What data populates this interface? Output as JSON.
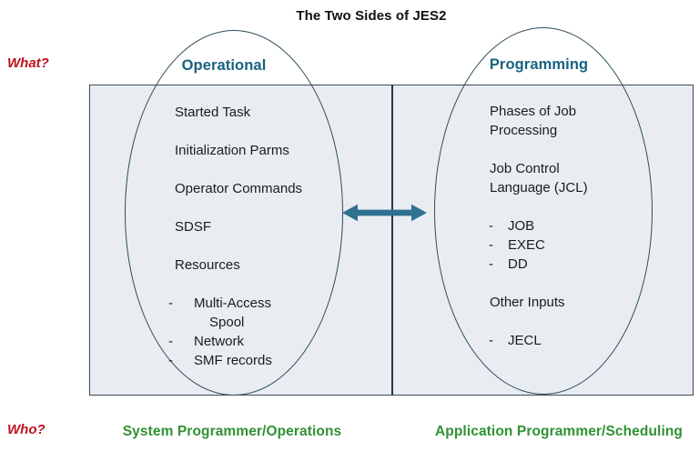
{
  "title": "The Two Sides of JES2",
  "bullet_char": "-",
  "labels": {
    "what": "What?",
    "who": "Who?"
  },
  "colors": {
    "red": "#C0111F",
    "green": "#2F9232",
    "accent_teal": "#19627F",
    "arrow": "#2E7191",
    "panel_fill": "#E9EDF2",
    "panel_border": "#3A4A54",
    "divider": "#24384A",
    "ellipse_border": "#2B4D5C"
  },
  "left": {
    "heading": "Operational",
    "who": "System Programmer/Operations",
    "items": [
      {
        "type": "para",
        "text": "Started Task"
      },
      {
        "type": "para",
        "text": "Initialization Parms"
      },
      {
        "type": "para",
        "text": "Operator Commands"
      },
      {
        "type": "para",
        "text": "SDSF"
      },
      {
        "type": "para",
        "text": "Resources"
      },
      {
        "type": "bullet",
        "text": "Multi-Access"
      },
      {
        "type": "cont",
        "text": "Spool"
      },
      {
        "type": "bullet",
        "text": "Network"
      },
      {
        "type": "bullet",
        "text": "SMF records"
      }
    ]
  },
  "right": {
    "heading": "Programming",
    "who": "Application Programmer/Scheduling",
    "items": [
      {
        "type": "para",
        "text": "Phases of Job\nProcessing"
      },
      {
        "type": "para",
        "text": "Job Control\nLanguage (JCL)"
      },
      {
        "type": "bullet",
        "text": "JOB"
      },
      {
        "type": "bullet",
        "text": "EXEC"
      },
      {
        "type": "bullet",
        "text": "DD"
      },
      {
        "type": "para",
        "text": "Other Inputs"
      },
      {
        "type": "bullet",
        "text": "JECL"
      }
    ]
  },
  "icons": {
    "arrow": "double-headed-arrow"
  }
}
